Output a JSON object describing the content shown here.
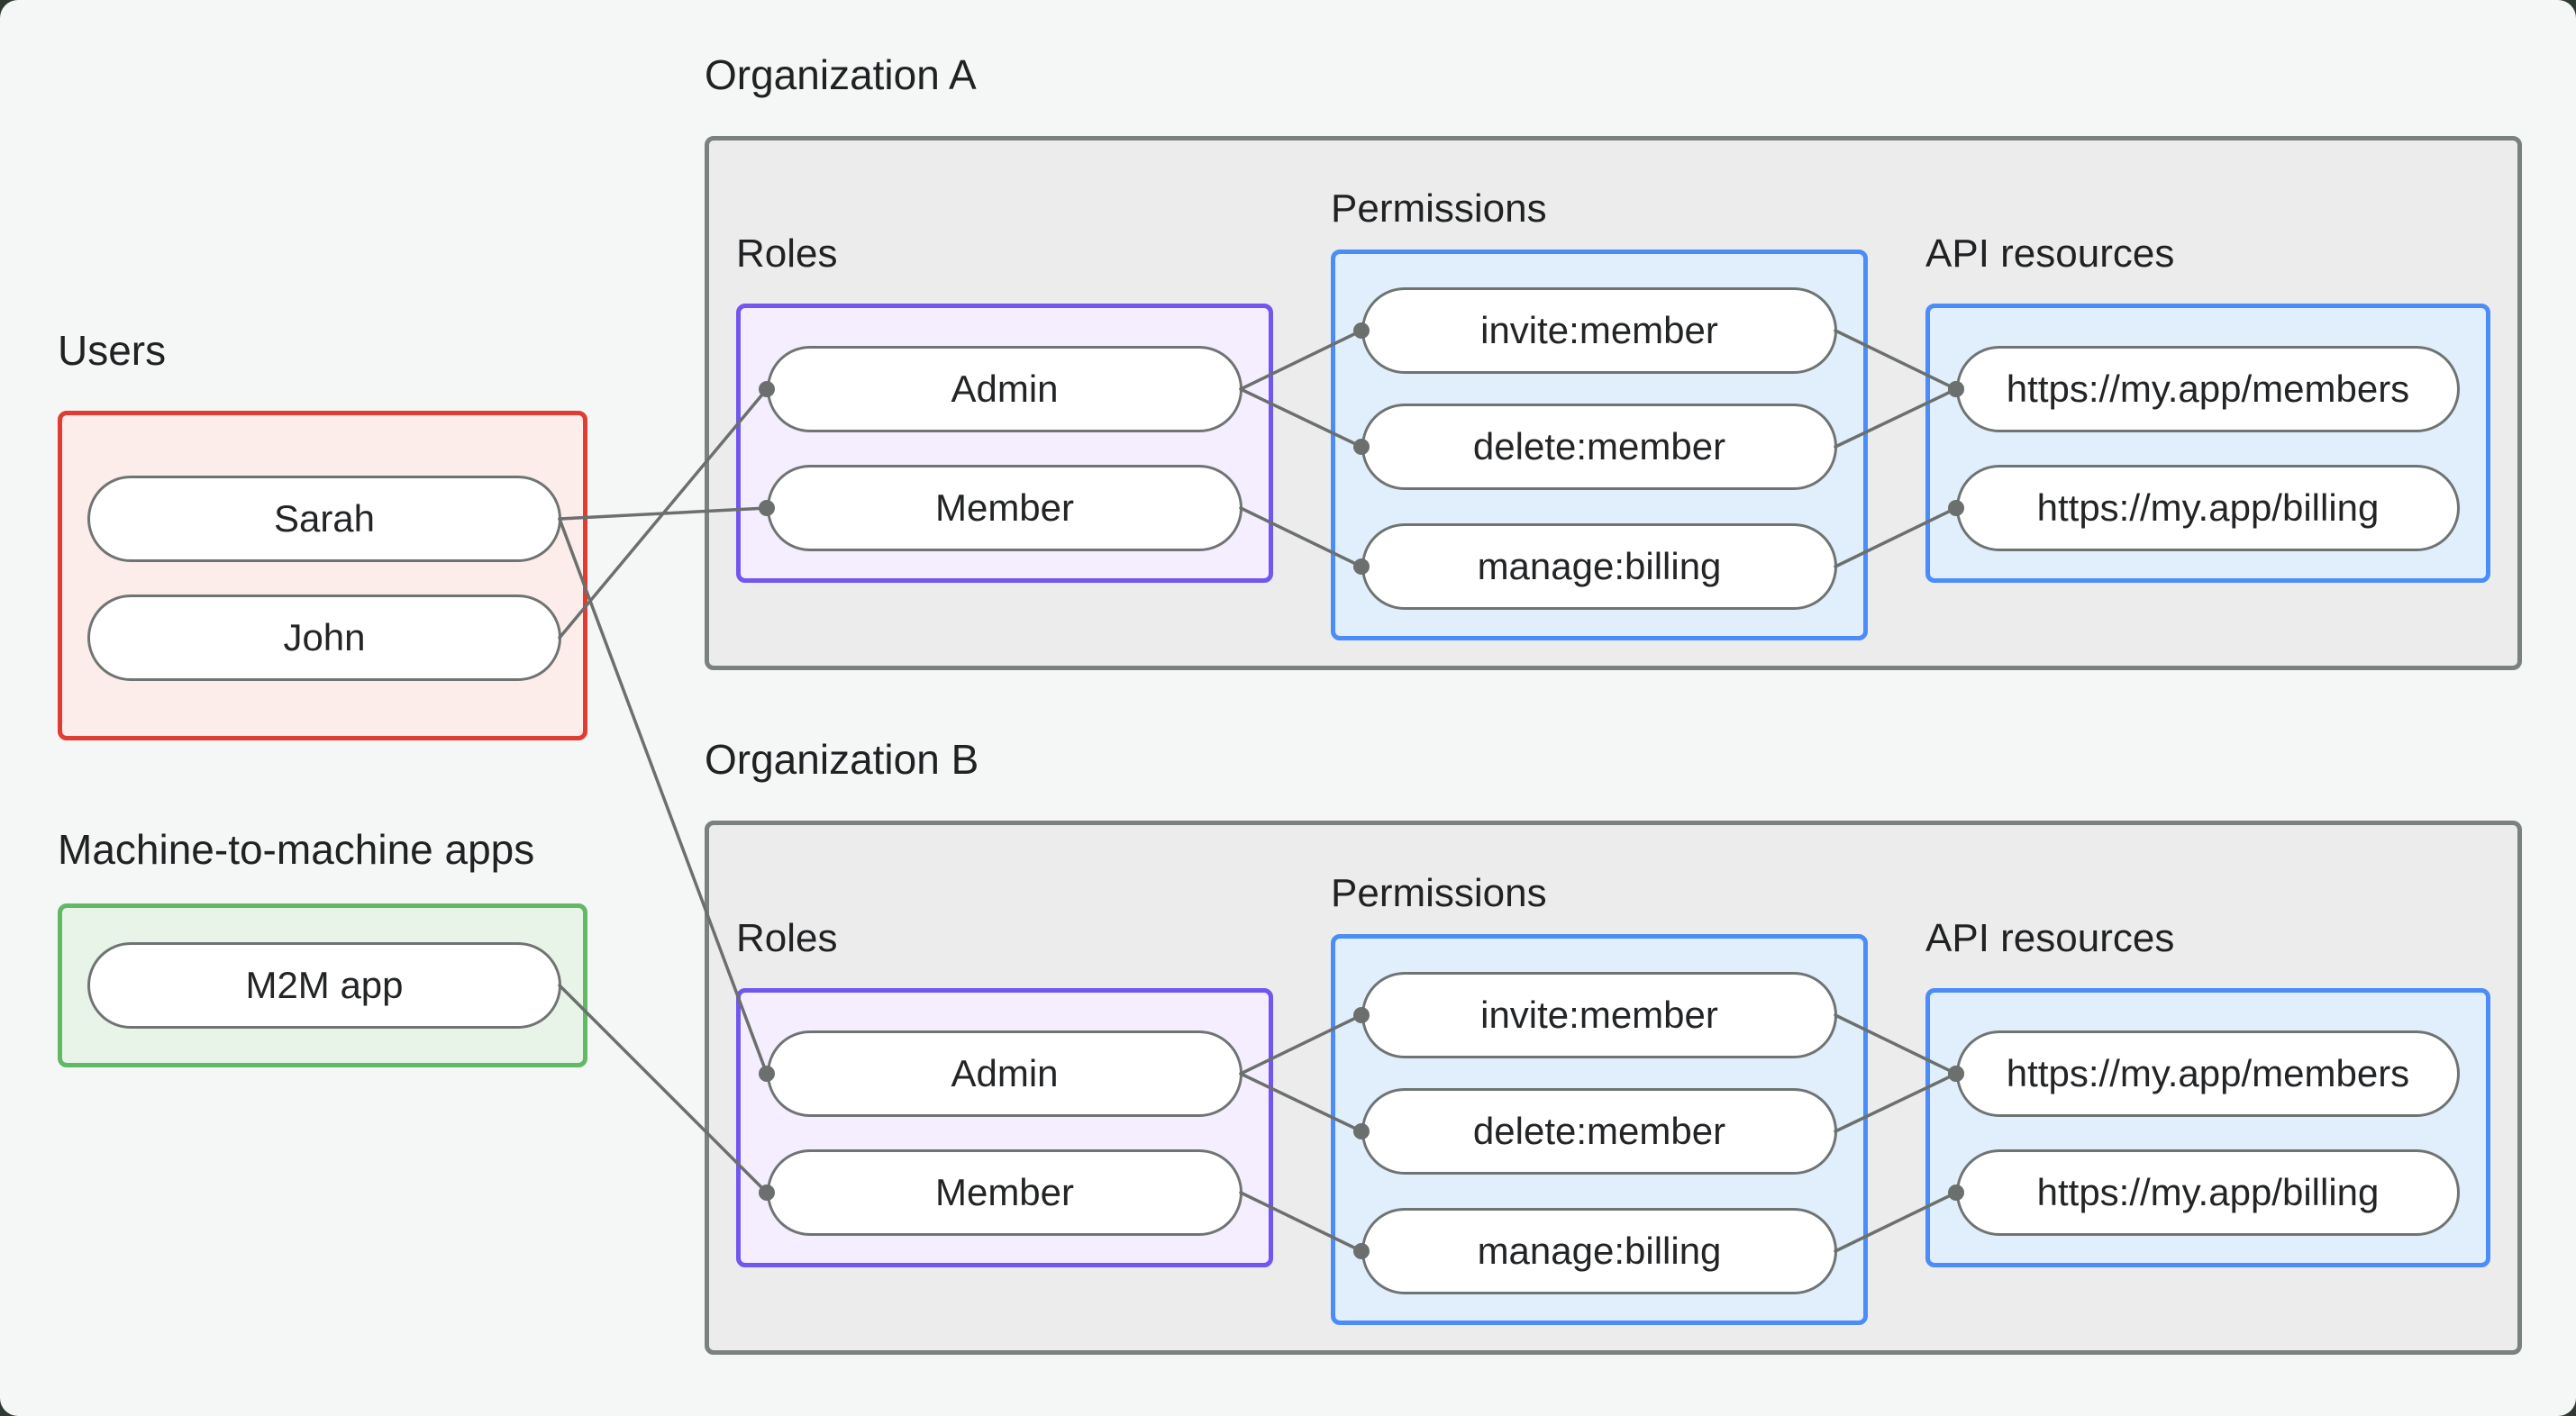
{
  "groups": {
    "users": {
      "label": "Users",
      "items": [
        {
          "id": "sarah",
          "label": "Sarah"
        },
        {
          "id": "john",
          "label": "John"
        }
      ]
    },
    "m2m": {
      "label": "Machine-to-machine apps",
      "items": [
        {
          "id": "m2m_app",
          "label": "M2M app"
        }
      ]
    },
    "org_a": {
      "label": "Organization A",
      "roles": {
        "label": "Roles",
        "items": [
          {
            "id": "a_admin",
            "label": "Admin"
          },
          {
            "id": "a_member",
            "label": "Member"
          }
        ]
      },
      "permissions": {
        "label": "Permissions",
        "items": [
          {
            "id": "a_invite",
            "label": "invite:member"
          },
          {
            "id": "a_delete",
            "label": "delete:member"
          },
          {
            "id": "a_manage",
            "label": "manage:billing"
          }
        ]
      },
      "api_resources": {
        "label": "API resources",
        "items": [
          {
            "id": "a_members",
            "label": "https://my.app/members"
          },
          {
            "id": "a_billing",
            "label": "https://my.app/billing"
          }
        ]
      }
    },
    "org_b": {
      "label": "Organization B",
      "roles": {
        "label": "Roles",
        "items": [
          {
            "id": "b_admin",
            "label": "Admin"
          },
          {
            "id": "b_member",
            "label": "Member"
          }
        ]
      },
      "permissions": {
        "label": "Permissions",
        "items": [
          {
            "id": "b_invite",
            "label": "invite:member"
          },
          {
            "id": "b_delete",
            "label": "delete:member"
          },
          {
            "id": "b_manage",
            "label": "manage:billing"
          }
        ]
      },
      "api_resources": {
        "label": "API resources",
        "items": [
          {
            "id": "b_members",
            "label": "https://my.app/members"
          },
          {
            "id": "b_billing",
            "label": "https://my.app/billing"
          }
        ]
      }
    }
  },
  "edges": [
    {
      "from": "sarah",
      "to": "a_member"
    },
    {
      "from": "john",
      "to": "a_admin"
    },
    {
      "from": "sarah",
      "to": "b_admin"
    },
    {
      "from": "m2m_app",
      "to": "b_member"
    },
    {
      "from": "a_admin",
      "to": "a_invite"
    },
    {
      "from": "a_admin",
      "to": "a_delete"
    },
    {
      "from": "a_member",
      "to": "a_manage"
    },
    {
      "from": "a_invite",
      "to": "a_members"
    },
    {
      "from": "a_delete",
      "to": "a_members"
    },
    {
      "from": "a_manage",
      "to": "a_billing"
    },
    {
      "from": "b_admin",
      "to": "b_invite"
    },
    {
      "from": "b_admin",
      "to": "b_delete"
    },
    {
      "from": "b_member",
      "to": "b_manage"
    },
    {
      "from": "b_invite",
      "to": "b_members"
    },
    {
      "from": "b_delete",
      "to": "b_members"
    },
    {
      "from": "b_manage",
      "to": "b_billing"
    }
  ],
  "colors": {
    "canvas_bg": "#f5f7f6",
    "org_box_bg": "#ececec",
    "org_box_border": "#7b817e",
    "users_box_bg": "#fcecea",
    "users_box_border": "#e23b32",
    "m2m_box_bg": "#e9f4e9",
    "m2m_box_border": "#61b865",
    "roles_box_bg": "#f4eefe",
    "roles_box_border": "#7156f0",
    "blue_box_bg": "#e1eefc",
    "blue_box_border": "#4b8df8",
    "pill_bg": "#ffffff",
    "pill_border": "#6f7472",
    "connector": "#6b6f6d",
    "text": "#1f2123"
  }
}
